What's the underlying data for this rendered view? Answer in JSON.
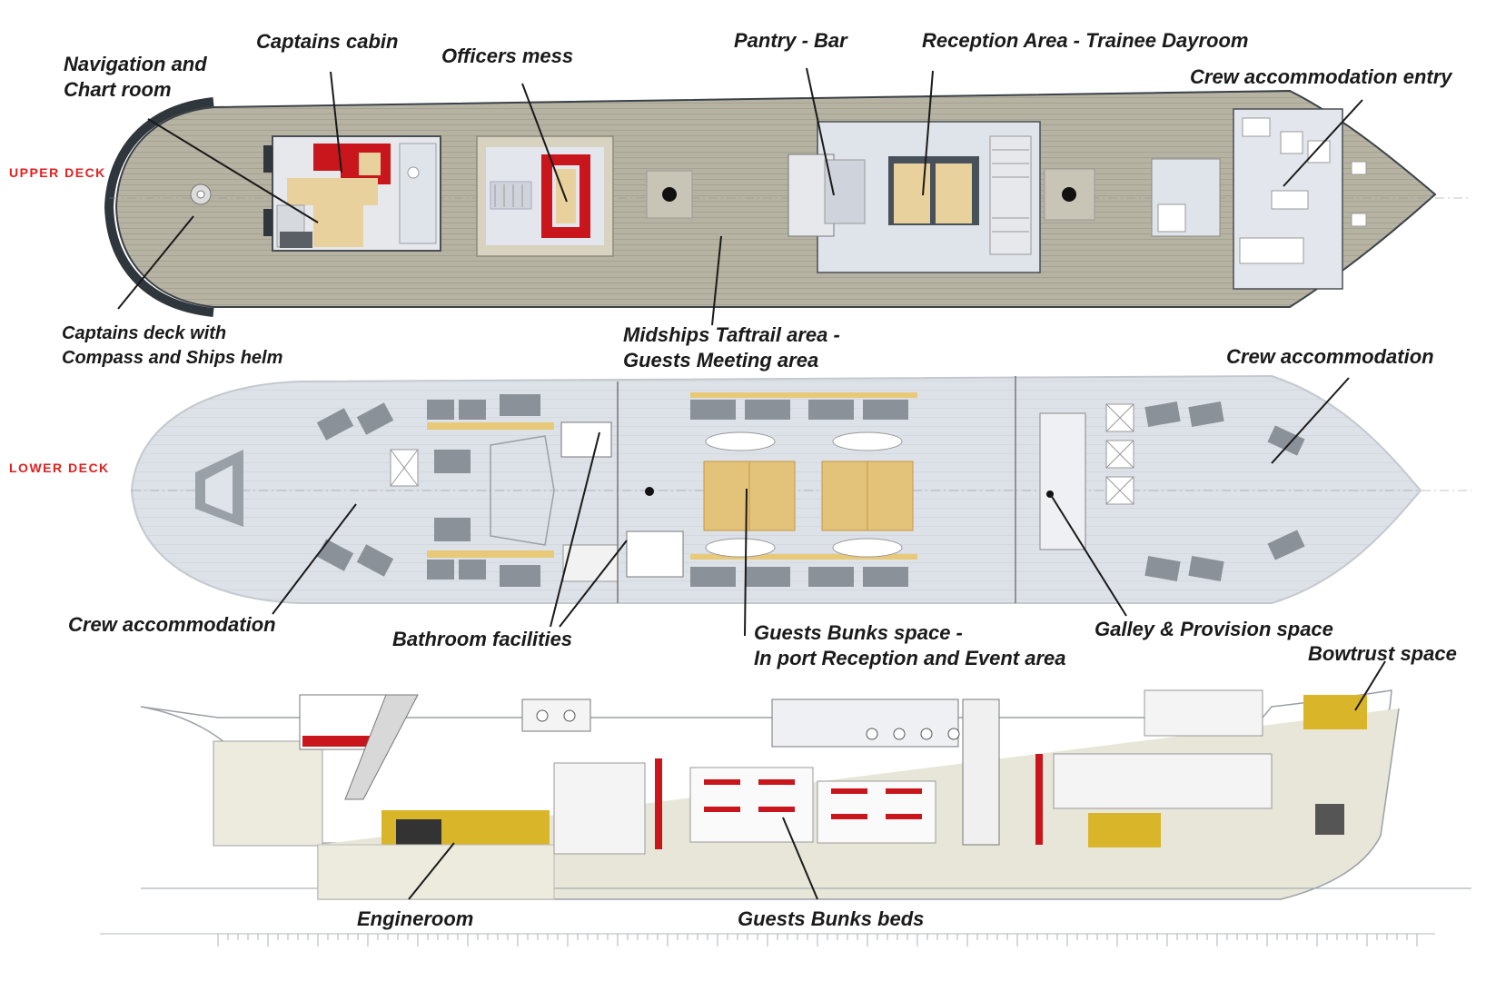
{
  "decks": {
    "upper": "UPPER DECK",
    "lower": "LOWER DECK"
  },
  "labels": {
    "captains_cabin": "Captains cabin",
    "navigation_line1": "Navigation and",
    "navigation_line2": "Chart room",
    "officers_mess": "Officers mess",
    "pantry_bar": "Pantry - Bar",
    "reception_area": "Reception Area - Trainee Dayroom",
    "crew_entry": "Crew accommodation entry",
    "captains_deck_line1": "Captains deck with",
    "captains_deck_line2": "Compass and Ships helm",
    "midships_line1": "Midships Taftrail area -",
    "midships_line2": "Guests Meeting area",
    "crew_accommodation_fwd": "Crew accommodation",
    "crew_accommodation_aft": "Crew accommodation",
    "bathroom": "Bathroom facilities",
    "guests_space_line1": "Guests Bunks space -",
    "guests_space_line2": "In port Reception and Event area",
    "galley": "Galley & Provision space",
    "bowtrust": "Bowtrust space",
    "engineroom": "Engineroom",
    "bunk_beds": "Guests Bunks beds"
  },
  "colors": {
    "deck_wood": "#b9b5a6",
    "hull_dark": "#3a4148",
    "cabin_floor": "#dfe3ea",
    "red_accent": "#c8161c",
    "wood_furniture": "#e8d19c",
    "machinery_yellow": "#d9b52a",
    "label_red": "#e41e1e"
  }
}
